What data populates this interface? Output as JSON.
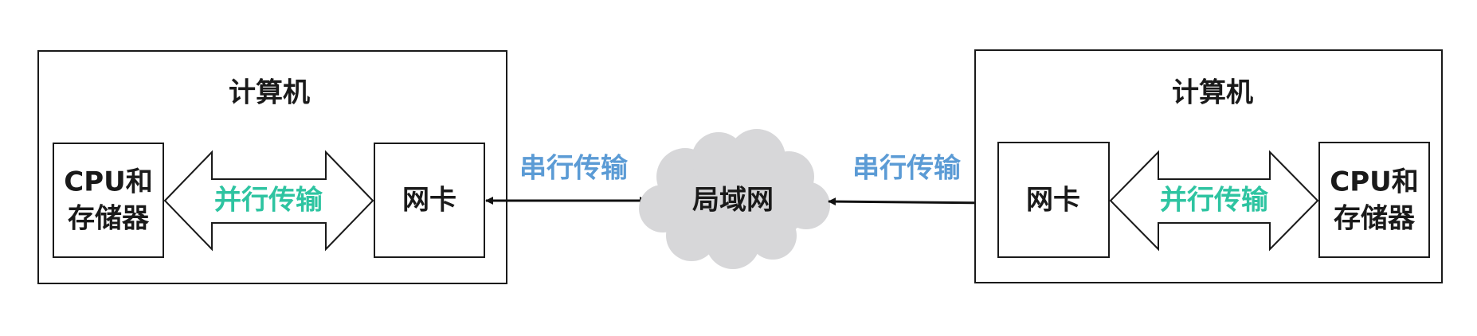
{
  "left_computer": {
    "title": "计算机",
    "cpu_line1": "CPU和",
    "cpu_line2": "存储器",
    "nic": "网卡",
    "parallel_label": "并行传输"
  },
  "right_computer": {
    "title": "计算机",
    "cpu_line1": "CPU和",
    "cpu_line2": "存储器",
    "nic": "网卡",
    "parallel_label": "并行传输"
  },
  "lan": {
    "label": "局域网"
  },
  "left_link": {
    "label": "串行传输"
  },
  "right_link": {
    "label": "串行传输"
  },
  "colors": {
    "parallel_text": "#2ec4a1",
    "serial_text": "#5b9bd5",
    "cloud_fill": "#d7d7d9",
    "outline": "#1a1a1a"
  }
}
